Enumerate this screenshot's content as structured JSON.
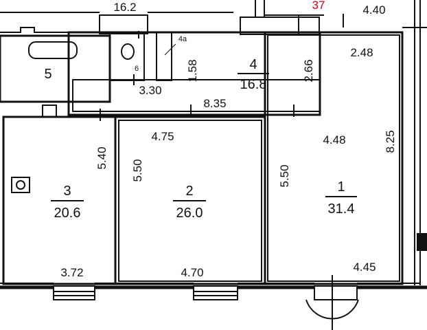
{
  "plan": {
    "top_labels": {
      "left_area": "16.2",
      "apartment_number": "37",
      "right_dim": "4.40"
    },
    "rooms": [
      {
        "id": "room-1",
        "number": "1",
        "area": "31.4"
      },
      {
        "id": "room-2",
        "number": "2",
        "area": "26.0"
      },
      {
        "id": "room-3",
        "number": "3",
        "area": "20.6"
      },
      {
        "id": "room-4",
        "number": "4",
        "area": "16.8"
      },
      {
        "id": "room-4a",
        "number": "4a"
      },
      {
        "id": "room-5",
        "number": "5"
      },
      {
        "id": "room-6",
        "number": "6"
      }
    ],
    "dimensions": {
      "room1_top": "2.48",
      "room1_width": "4.48",
      "room1_bottom": "4.45",
      "room1_depth": "8.25",
      "room1_left": "5.50",
      "room2_top": "4.75",
      "room2_bottom": "4.70",
      "room2_left": "5.50",
      "room3_right": "5.40",
      "room3_bottom": "3.72",
      "hall_length": "8.35",
      "hall_width": "3.30",
      "room4_left": "1.58",
      "room4_right": "2.66"
    },
    "colors": {
      "wall": "#111111",
      "marker": "#d0021b",
      "background": "#ffffff"
    }
  }
}
